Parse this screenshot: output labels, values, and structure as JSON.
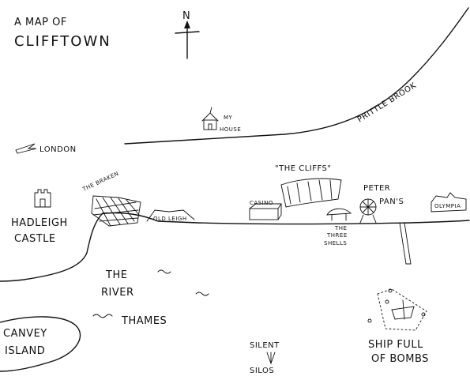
{
  "title": {
    "line1": "A MAP OF",
    "line2": "CLIFFTOWN"
  },
  "compass": {
    "label": "N",
    "icon": "north-arrow-icon"
  },
  "labels": {
    "my_house_1": "MY",
    "my_house_2": "HOUSE",
    "prittle_brook": "PRITTLE BROOK",
    "london": "LONDON",
    "the_cliffs": "\"THE CLIFFS\"",
    "the_braken": "THE BRAKEN",
    "hadleigh_1": "HADLEIGH",
    "hadleigh_2": "CASTLE",
    "old_leigh": "OLD LEIGH",
    "casino": "CASINO",
    "peter_1": "PETER",
    "peter_2": "PAN'S",
    "olympia": "OLYMPIA",
    "three_1": "THE",
    "three_2": "THREE",
    "three_3": "SHELLS",
    "river_1": "THE",
    "river_2": "RIVER",
    "river_3": "THAMES",
    "canvey_1": "CANVEY",
    "canvey_2": "ISLAND",
    "silent_1": "SILENT",
    "silent_2": "SILOS",
    "ship_1": "SHIP FULL",
    "ship_2": "OF BOMBS"
  },
  "icons": [
    "house-icon",
    "plane-icon",
    "castle-icon",
    "cliffs-icon",
    "ferris-wheel-icon",
    "shipwreck-icon",
    "silos-icon"
  ],
  "colors": {
    "ink": "#111111",
    "paper": "#ffffff"
  }
}
